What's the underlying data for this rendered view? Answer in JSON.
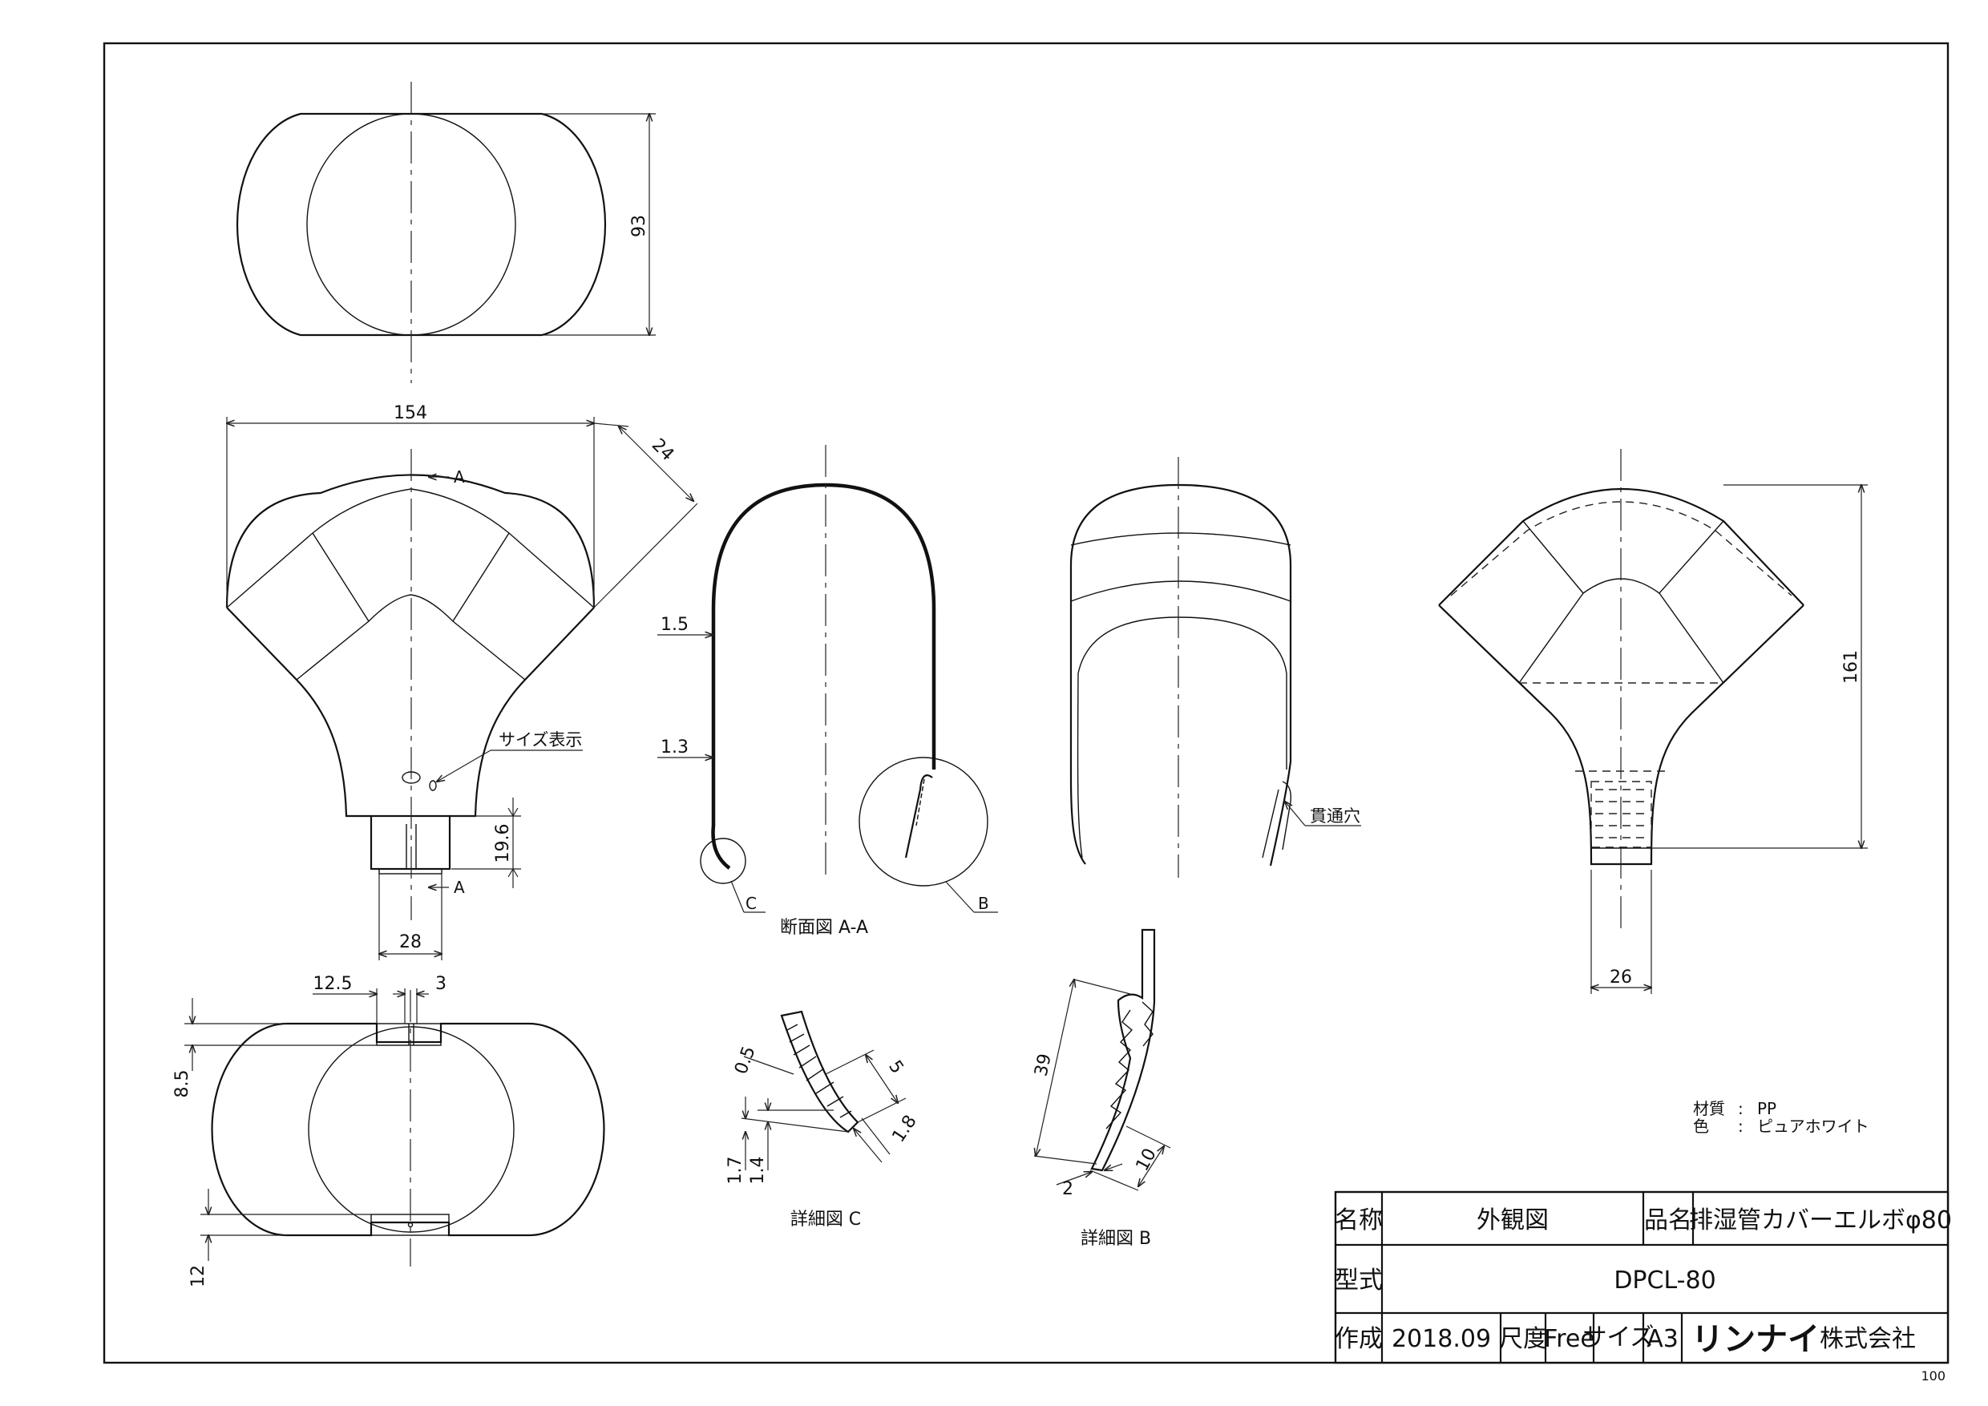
{
  "views": {
    "top": {
      "dim_93": "93"
    },
    "front": {
      "dim_154": "154",
      "dim_24": "24",
      "dim_19_6": "19.6",
      "dim_28": "28",
      "section_mark_a": "A",
      "size_label": "サイズ表示"
    },
    "bottom": {
      "dim_12_5": "12.5",
      "dim_3": "3",
      "dim_8_5": "8.5",
      "dim_12": "12"
    },
    "section_aa": {
      "dim_1_5": "1.5",
      "dim_1_3": "1.3",
      "label_c": "C",
      "label_b": "B",
      "caption": "断面図 A-A"
    },
    "perspective": {
      "hole_label": "貫通穴"
    },
    "side": {
      "dim_161": "161",
      "dim_26": "26"
    },
    "detail_c": {
      "dim_0_5": "0.5",
      "dim_5": "5",
      "dim_1_8": "1.8",
      "dim_1_7": "1.7",
      "dim_1_4": "1.4",
      "caption": "詳細図 C"
    },
    "detail_b": {
      "dim_39": "39",
      "dim_10": "10",
      "dim_2": "2",
      "caption": "詳細図 B"
    }
  },
  "material": {
    "material_label": "材質",
    "material_value": "PP",
    "color_label": "色",
    "color_value": "ピュアホワイト",
    "separator": ":"
  },
  "title_block": {
    "name_label": "名称",
    "name_value": "外観図",
    "product_label": "品名",
    "product_value": "排湿管カバーエルボφ80",
    "model_label": "型式",
    "model_value": "DPCL-80",
    "made_label": "作成",
    "date_value": "2018.09",
    "scale_label": "尺度",
    "scale_value": "Free",
    "size_label": "サイズ",
    "size_value": "A3",
    "company_logo": "リンナイ",
    "company_suffix": "株式会社"
  },
  "page_number": "100"
}
